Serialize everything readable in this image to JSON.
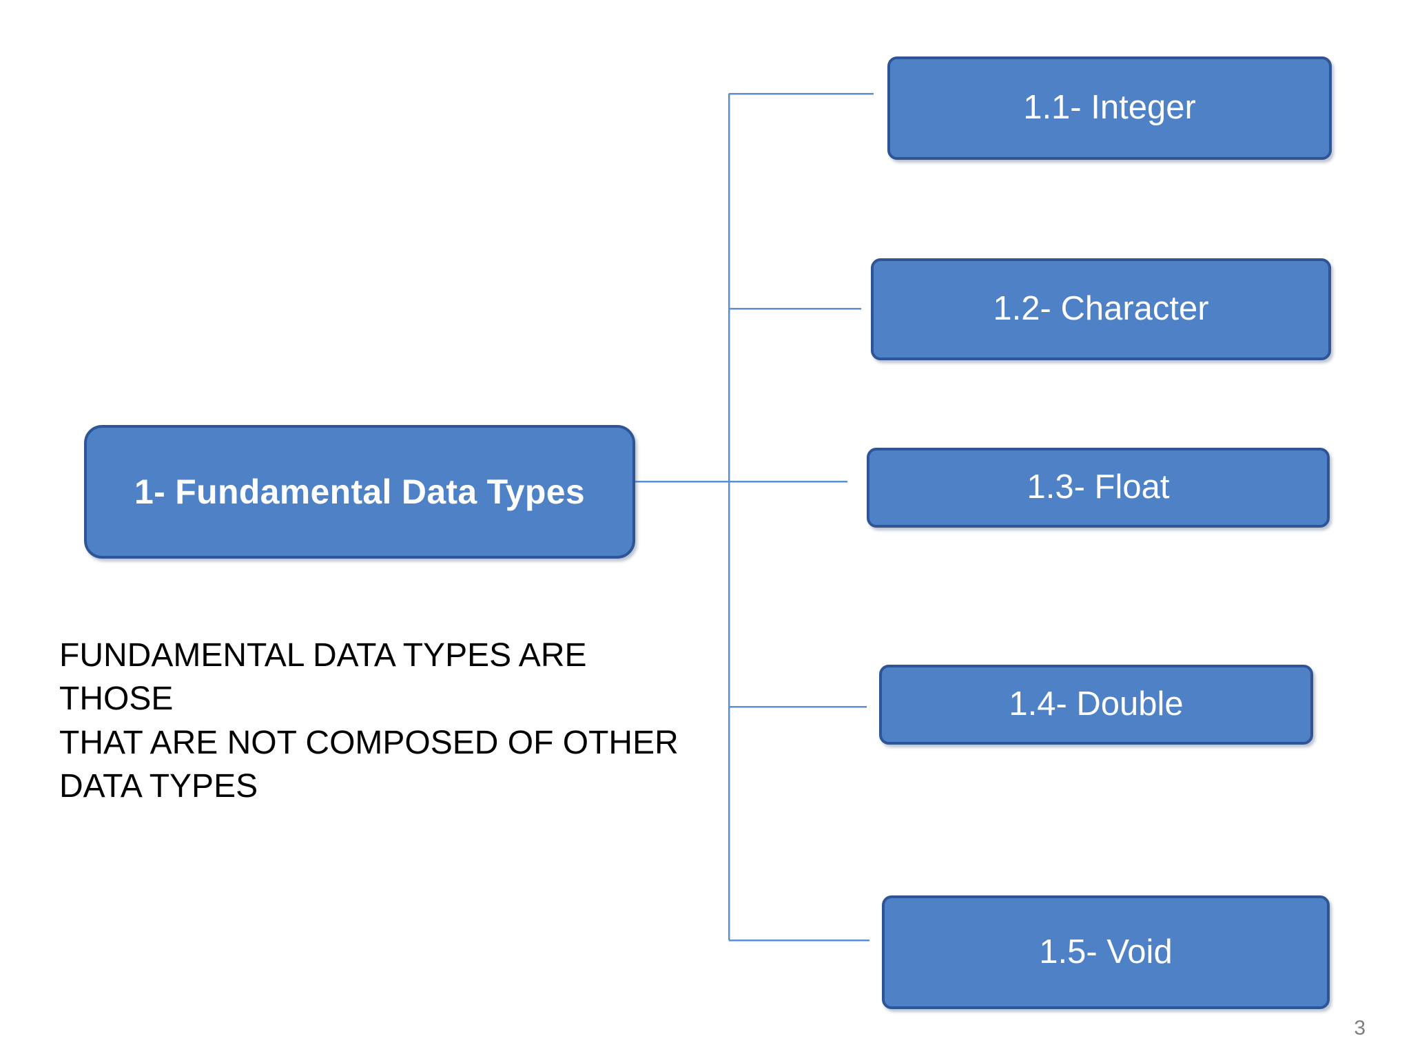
{
  "slide": {
    "background_color": "#FFFFFF",
    "page_number": "3"
  },
  "diagram": {
    "type": "hierarchy",
    "accent_fill": "#4E81C5",
    "accent_border": "#2F5597",
    "connector_color": "#5B8FD4",
    "root": {
      "label": "1- Fundamental Data Types",
      "text_color": "#FFFFFF"
    },
    "children": [
      {
        "label": "1.1- Integer"
      },
      {
        "label": "1.2- Character"
      },
      {
        "label": "1.3- Float"
      },
      {
        "label": "1.4- Double"
      },
      {
        "label": "1.5- Void"
      }
    ]
  },
  "body": {
    "text": "FUNDAMENTAL DATA TYPES ARE THOSE\nTHAT ARE NOT COMPOSED OF OTHER\nDATA TYPES",
    "text_color": "#000000"
  }
}
